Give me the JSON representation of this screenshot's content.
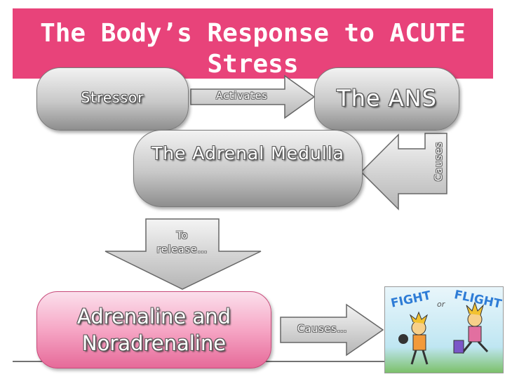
{
  "title": "The Body’s Response to ACUTE Stress",
  "nodes": {
    "stressor": "Stressor",
    "ans": "The ANS",
    "adrenal_medulla": "The Adrenal Medulla",
    "hormones": "Adrenaline and Noradrenaline"
  },
  "arrows": {
    "activates": "Activates",
    "causes_vertical": "Causes",
    "to_release": "To release…",
    "causes_final": "Causes…"
  },
  "cartoon": {
    "fight": "FIGHT",
    "or": "or",
    "flight": "FLIGHT"
  },
  "colors": {
    "banner": "#e8437a",
    "grey_box": "#b8b8b8",
    "pink_box": "#f6a6c5"
  }
}
